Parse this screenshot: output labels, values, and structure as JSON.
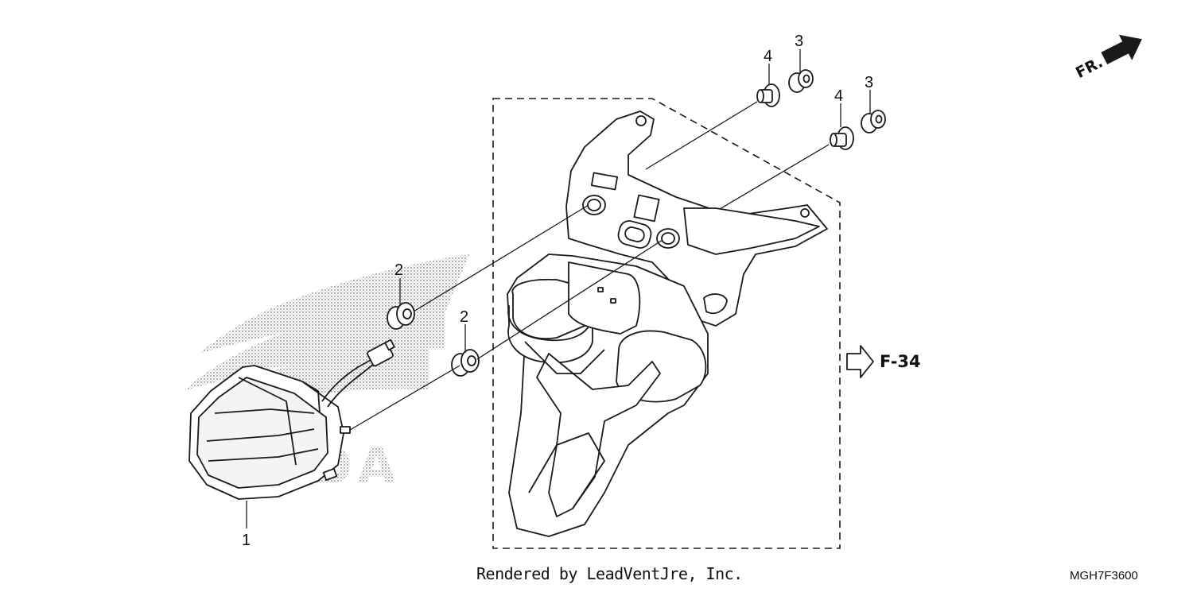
{
  "callouts": {
    "tail_light": "1",
    "grommet_upper": "2",
    "grommet_lower": "2",
    "nut_left": "3",
    "nut_right": "3",
    "collar_left": "4",
    "collar_right": "4"
  },
  "reference": {
    "label": "F-34"
  },
  "direction": {
    "label": "FR."
  },
  "credit": "Rendered by LeadVentJre, Inc.",
  "diagram_code": "MGH7F3600",
  "watermark": {
    "text": "HONDA",
    "icon": "honda-wing-logo"
  },
  "colors": {
    "line": "#1a1a1a",
    "watermark": "#b8b8b8",
    "background": "#ffffff"
  }
}
